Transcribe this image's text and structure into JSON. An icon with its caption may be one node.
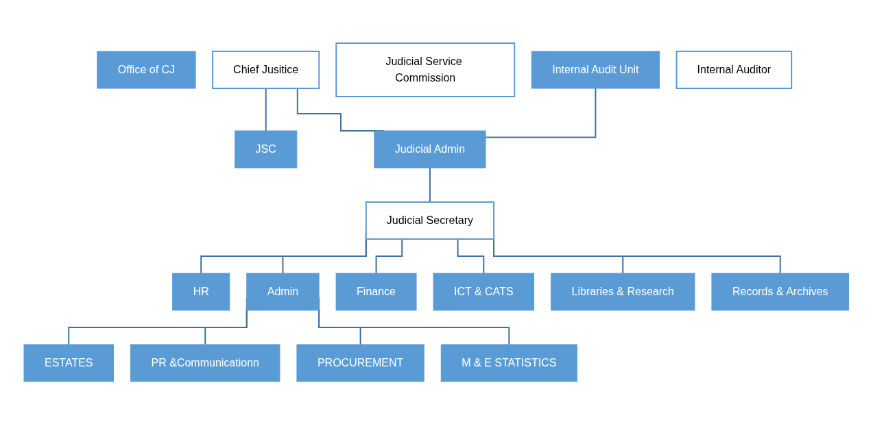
{
  "diagram": {
    "nodes": [
      {
        "text": [
          "Office of CJ"
        ]
      },
      {
        "text": [
          "Chief Jusitice"
        ]
      },
      {
        "text": [
          "JSC"
        ]
      },
      {
        "text": [
          "Judicial Service Commission"
        ]
      },
      {
        "text": [
          "Judicial Admin"
        ]
      },
      {
        "text": [
          "Judicial Secretary"
        ]
      },
      {
        "text": [
          "Internal Audit Unit"
        ]
      },
      {
        "text": [
          "Internal Auditor"
        ]
      },
      {
        "text": [
          "HR"
        ]
      },
      {
        "text": [
          "Admin"
        ]
      },
      {
        "text": [
          "Finance"
        ]
      },
      {
        "text": [
          "ICT & CATS"
        ]
      },
      {
        "text": [
          "Libraries & Research"
        ]
      },
      {
        "text": [
          "Records & Archives"
        ]
      },
      {
        "text": [
          "ESTATES"
        ]
      },
      {
        "text": [
          "PR &Communicationn"
        ]
      },
      {
        "text": [
          "PROCUREMENT"
        ]
      },
      {
        "text": [
          "M & E STATISTICS"
        ]
      }
    ],
    "edges": [
      {
        "from": 1,
        "to": 2,
        "arrow": "none"
      },
      {
        "from": 1,
        "to": 4,
        "arrow": "none"
      },
      {
        "from": 4,
        "to": 6,
        "arrow": "none"
      },
      {
        "from": 4,
        "to": 5,
        "arrow": "none"
      },
      {
        "from": 5,
        "to": 8,
        "arrow": "none"
      },
      {
        "from": 5,
        "to": 9,
        "arrow": "none"
      },
      {
        "from": 5,
        "to": 10,
        "arrow": "none"
      },
      {
        "from": 5,
        "to": 11,
        "arrow": "none"
      },
      {
        "from": 5,
        "to": 12,
        "arrow": "none"
      },
      {
        "from": 5,
        "to": 13,
        "arrow": "none"
      },
      {
        "from": 9,
        "to": 14,
        "arrow": "none"
      },
      {
        "from": 9,
        "to": 15,
        "arrow": "none"
      },
      {
        "from": 9,
        "to": 16,
        "arrow": "none"
      },
      {
        "from": 9,
        "to": 17,
        "arrow": "none"
      }
    ]
  }
}
